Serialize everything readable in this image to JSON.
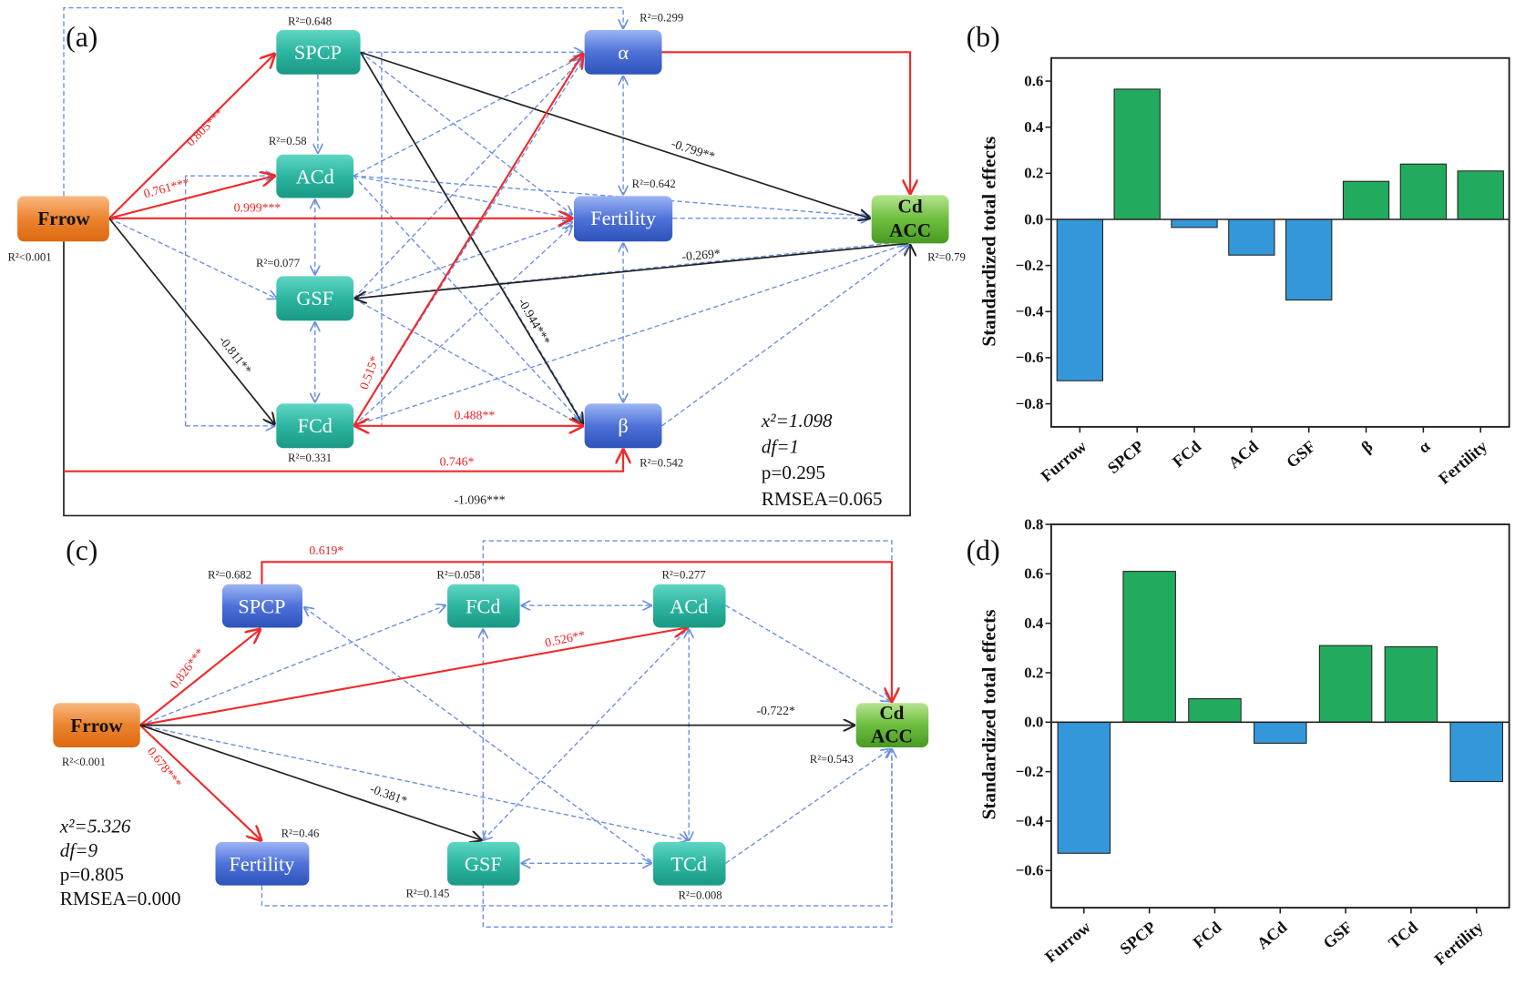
{
  "colors": {
    "positive_bar": "#22ab5e",
    "negative_bar": "#3497d9",
    "significant_positive_path": "#f02a2a",
    "significant_negative_path": "#222222",
    "nonsignificant_path": "#6a8fe3"
  },
  "diagram_a": {
    "panel_label": "(a)",
    "nodes": {
      "frrow": {
        "label": "Frrow",
        "r2": "R²<0.001"
      },
      "spcp": {
        "label": "SPCP",
        "r2": "R²=0.648"
      },
      "acd": {
        "label": "ACd",
        "r2": "R²=0.58"
      },
      "gsf": {
        "label": "GSF",
        "r2": "R²=0.077"
      },
      "fcd": {
        "label": "FCd",
        "r2": "R²=0.331"
      },
      "alpha": {
        "label": "α",
        "r2": "R²=0.299"
      },
      "fertility": {
        "label": "Fertility",
        "r2": "R²=0.642"
      },
      "beta": {
        "label": "β",
        "r2": "R²=0.542"
      },
      "cdacc": {
        "label_line1": "Cd",
        "label_line2": "ACC",
        "r2": "R²=0.79"
      }
    },
    "paths": {
      "frrow_spcp": "0.805***",
      "frrow_acd": "0.761***",
      "frrow_fertility": "0.999***",
      "frrow_fcd": "-0.811**",
      "spcp_cdacc": "-0.799**",
      "spcp_beta": "-0.944***",
      "gsf_cdacc": "-0.269*",
      "fcd_alpha": "0.515*",
      "fcd_beta": "0.488**",
      "frrow_beta": "0.746*",
      "frrow_cdacc": "-1.096***"
    },
    "fit": {
      "chi2": "x²=1.098",
      "df": "df=1",
      "p": "p=0.295",
      "rmsea": "RMSEA=0.065"
    }
  },
  "diagram_c": {
    "panel_label": "(c)",
    "nodes": {
      "frrow": {
        "label": "Frrow",
        "r2": "R²<0.001"
      },
      "spcp": {
        "label": "SPCP",
        "r2": "R²=0.682"
      },
      "fcd": {
        "label": "FCd",
        "r2": "R²=0.058"
      },
      "acd": {
        "label": "ACd",
        "r2": "R²=0.277"
      },
      "cdacc": {
        "label_line1": "Cd",
        "label_line2": "ACC",
        "r2": "R²=0.543"
      },
      "fertility": {
        "label": "Fertility",
        "r2": "R²=0.46"
      },
      "gsf": {
        "label": "GSF",
        "r2": "R²=0.145"
      },
      "tcd": {
        "label": "TCd",
        "r2": "R²=0.008"
      }
    },
    "paths": {
      "spcp_cdacc": "0.619*",
      "frrow_spcp": "0.826***",
      "frrow_acd": "0.526**",
      "frrow_cdacc": "-0.722*",
      "frrow_fertility": "0.678***",
      "frrow_gsf": "-0.381*"
    },
    "fit": {
      "chi2": "x²=5.326",
      "df": "df=9",
      "p": "p=0.805",
      "rmsea": "RMSEA=0.000"
    }
  },
  "chart_data": [
    {
      "panel_label": "(b)",
      "type": "bar",
      "categories": [
        "Furrow",
        "SPCP",
        "FCd",
        "ACd",
        "GSF",
        "β",
        "α",
        "Fertility"
      ],
      "values": [
        -0.7,
        0.565,
        -0.035,
        -0.155,
        -0.35,
        0.165,
        0.24,
        0.21
      ],
      "ylabel": "Standardized total effects",
      "xlabel": "",
      "ylim": [
        -0.9,
        0.7
      ],
      "yticks": [
        "0.6",
        "0.4",
        "0.2",
        "0.0",
        "-0.2",
        "-0.4",
        "-0.6",
        "-0.8"
      ],
      "grid": false
    },
    {
      "panel_label": "(d)",
      "type": "bar",
      "categories": [
        "Furrow",
        "SPCP",
        "FCd",
        "ACd",
        "GSF",
        "TCd",
        "Fertility"
      ],
      "values": [
        -0.53,
        0.61,
        0.095,
        -0.085,
        0.31,
        0.305,
        -0.24
      ],
      "ylabel": "Standardized total effects",
      "xlabel": "",
      "ylim": [
        -0.75,
        0.8
      ],
      "yticks": [
        "0.8",
        "0.6",
        "0.4",
        "0.2",
        "0.0",
        "-0.2",
        "-0.4",
        "-0.6"
      ],
      "grid": false
    }
  ]
}
